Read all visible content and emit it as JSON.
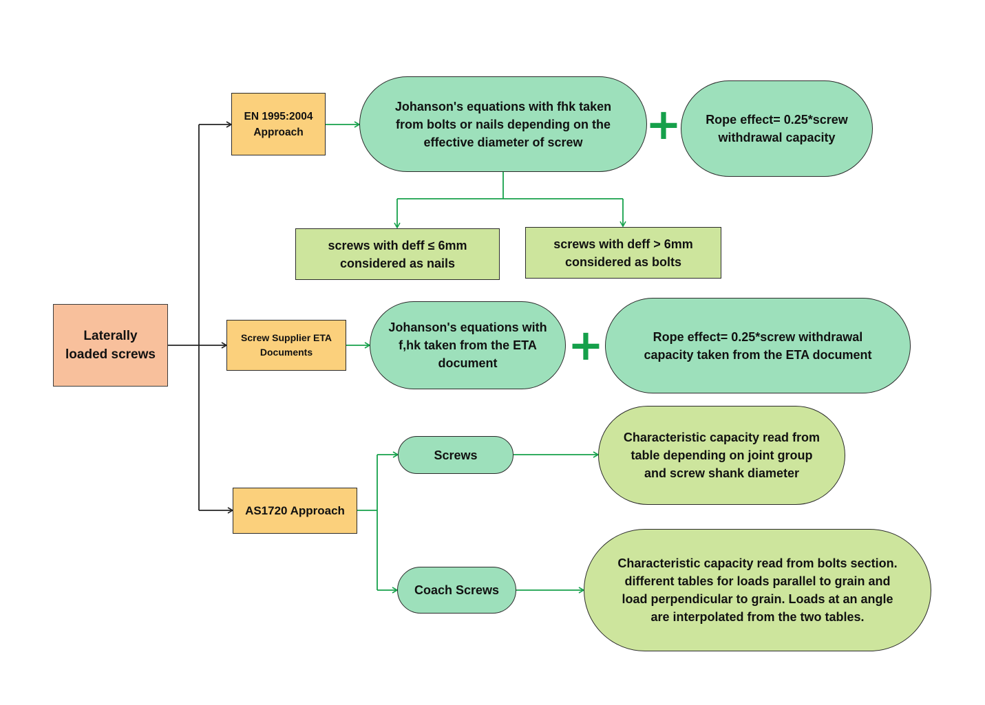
{
  "root": {
    "label": "Laterally\nloaded screws"
  },
  "approaches": {
    "en1995": "EN 1995:2004\nApproach",
    "eta": "Screw Supplier ETA\nDocuments",
    "as1720": "AS1720 Approach"
  },
  "en1995_branch": {
    "johanson": "Johanson's equations with fhk taken\nfrom bolts or nails depending on the\neffective diameter of screw",
    "rope": "Rope effect= 0.25*screw\nwithdrawal capacity",
    "nails": "screws with deff ≤ 6mm\nconsidered as nails",
    "bolts": "screws with deff > 6mm\nconsidered as bolts"
  },
  "eta_branch": {
    "johanson": "Johanson's equations with\nf,hk taken from the ETA\ndocument",
    "rope": "Rope effect= 0.25*screw withdrawal\ncapacity taken from the ETA document"
  },
  "as1720_branch": {
    "screws": "Screws",
    "screws_capacity": "Characteristic capacity read from\ntable depending on joint group\nand screw shank diameter",
    "coach": "Coach Screws",
    "coach_capacity": "Characteristic capacity read from bolts section.\ndifferent tables for loads parallel to grain and\nload perpendicular to grain. Loads at an angle\nare interpolated from the two tables."
  },
  "plus_symbol": "+",
  "colors": {
    "root_fill": "#f8c09c",
    "approach_fill": "#fbd07c",
    "teal_fill": "#9de0bb",
    "lime_fill": "#cde59d",
    "green_arrow": "#15a04a",
    "black_arrow": "#222222"
  }
}
